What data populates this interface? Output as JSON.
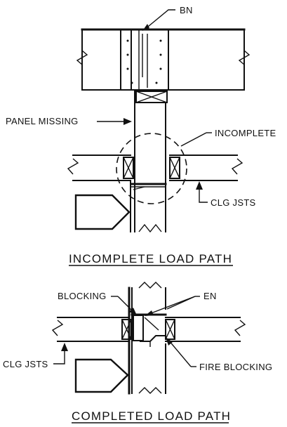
{
  "labels": {
    "bn": "BN",
    "panel_missing": "PANEL MISSING",
    "incomplete": "INCOMPLETE",
    "clg_jsts_top": "CLG JSTS",
    "blocking": "BLOCKING",
    "en": "EN",
    "clg_jsts_bottom": "CLG JSTS",
    "fire_blocking": "FIRE BLOCKING"
  },
  "titles": {
    "incomplete": "INCOMPLETE LOAD PATH",
    "completed": "COMPLETED LOAD PATH"
  }
}
